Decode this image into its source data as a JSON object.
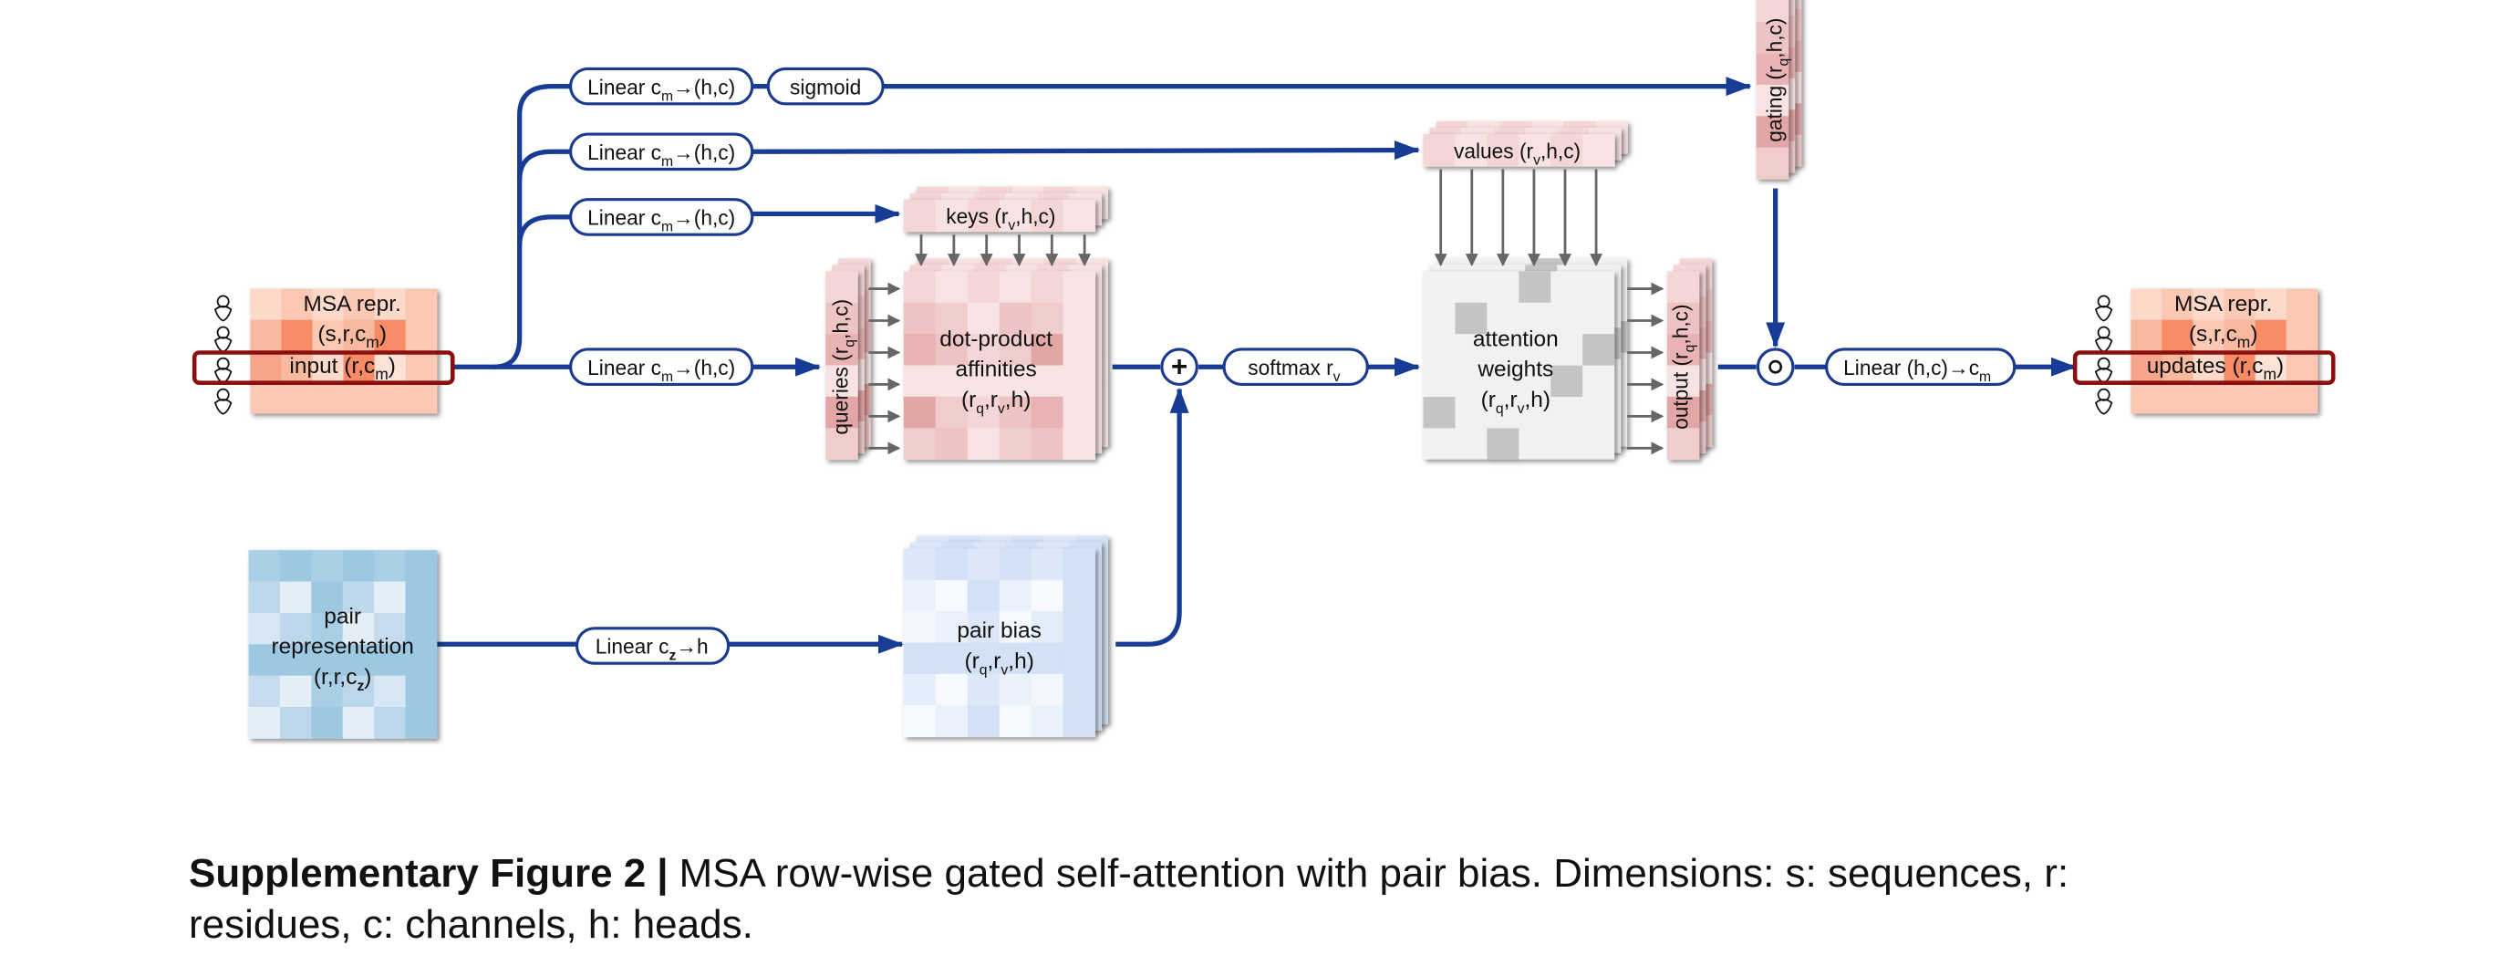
{
  "figure": {
    "caption": {
      "label": "Supplementary Figure 2",
      "separator": "|",
      "text_line1": "MSA row-wise gated self-attention with pair bias. Dimensions: s: sequences, r:",
      "text_line2": "residues, c: channels, h: heads."
    },
    "input_block": {
      "title": "MSA repr.",
      "dims_main": "(s,r,c",
      "dims_sub": "m",
      "dims_end": ")",
      "row_label_main": "input (r,c",
      "row_label_sub": "m",
      "row_label_end": ")",
      "icons": [
        "person-icon",
        "fish-icon",
        "rabbit-icon",
        "rooster-icon"
      ]
    },
    "output_block": {
      "title": "MSA repr.",
      "dims_main": "(s,r,c",
      "dims_sub": "m",
      "dims_end": ")",
      "row_label_main": "updates (r,c",
      "row_label_sub": "m",
      "row_label_end": ")",
      "icons": [
        "person-icon",
        "fish-icon",
        "rabbit-icon",
        "rooster-icon"
      ]
    },
    "ops": {
      "linear_gate": {
        "main": "Linear c",
        "sub": "m",
        "end": "→(h,c)"
      },
      "sigmoid": "sigmoid",
      "linear_values": {
        "main": "Linear c",
        "sub": "m",
        "end": "→(h,c)"
      },
      "linear_keys": {
        "main": "Linear c",
        "sub": "m",
        "end": "→(h,c)"
      },
      "linear_queries": {
        "main": "Linear c",
        "sub": "m",
        "end": "→(h,c)"
      },
      "linear_pair": {
        "main": "Linear c",
        "sub": "z",
        "end": "→h"
      },
      "softmax": {
        "main": "softmax r",
        "sub": "v"
      },
      "linear_out": {
        "main": "Linear (h,c)→c",
        "sub": "m"
      },
      "add_symbol": "+",
      "gate_symbol": "∘"
    },
    "tensors": {
      "keys": {
        "main": "keys (r",
        "sub": "v",
        "end": ",h,c)"
      },
      "values": {
        "main": "values (r",
        "sub": "v",
        "end": ",h,c)"
      },
      "queries": {
        "main": "queries (r",
        "sub": "q",
        "end": ",h,c)"
      },
      "gating": {
        "main": "gating (r",
        "sub": "q",
        "end": ",h,c)"
      },
      "output": {
        "main": "output (r",
        "sub": "q",
        "end": ",h,c)"
      },
      "affinities": {
        "line1": "dot-product",
        "line2": "affinities",
        "l3a": "(r",
        "l3s1": "q",
        "l3b": ",r",
        "l3s2": "v",
        "l3c": ",h)"
      },
      "attention": {
        "line1": "attention",
        "line2": "weights",
        "l3a": "(r",
        "l3s1": "q",
        "l3b": ",r",
        "l3s2": "v",
        "l3c": ",h)"
      },
      "pair_bias": {
        "line1": "pair bias",
        "l2a": "(r",
        "l2s1": "q",
        "l2b": ",r",
        "l2s2": "v",
        "l2c": ",h)"
      },
      "pair_repr": {
        "line1": "pair",
        "line2": "representation",
        "l3a": "(r,r,c",
        "l3s": "z",
        "l3c": ")"
      }
    },
    "colors": {
      "flow_blue": "#163c96",
      "highlight_red": "#8b0f0f",
      "msa_orange": "#f7a58a",
      "affinity_pink": "#e9b3b3",
      "pair_blue": "#a9cde4",
      "attention_grey": "#c4c4c4"
    }
  }
}
